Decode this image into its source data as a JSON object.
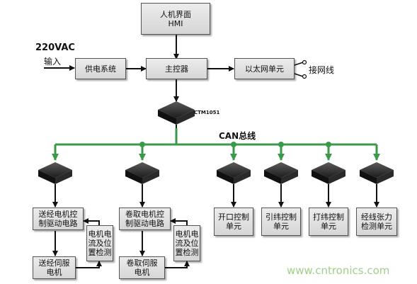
{
  "hmi": "人机界面\nHMI",
  "power_input": {
    "voltage": "220VAC",
    "label": "输入"
  },
  "power_system": "供电系统",
  "main_controller": "主控器",
  "ethernet_unit": "以太网单元",
  "network_label": "接网线",
  "transceiver_label": "CTM1051",
  "bus_label": "CAN总线",
  "units": [
    {
      "drive": "送经电机控\n制驱动电路",
      "motor": "送经伺服\n电机",
      "detect": "电机电\n流及位\n置检测"
    },
    {
      "drive": "卷取电机控\n制驱动电路",
      "motor": "卷取伺服\n电机",
      "detect": "电机电\n流及位\n置检测"
    },
    {
      "drive": "开口控制\n单元"
    },
    {
      "drive": "引纬控制\n单元"
    },
    {
      "drive": "打纬控制\n单元"
    },
    {
      "drive": "经线张力\n检测单元"
    }
  ],
  "watermark": "www.cntronics.com",
  "colors": {
    "bus": "#3a9a4a",
    "line": "#111111",
    "watermark": "#9fd08a"
  }
}
